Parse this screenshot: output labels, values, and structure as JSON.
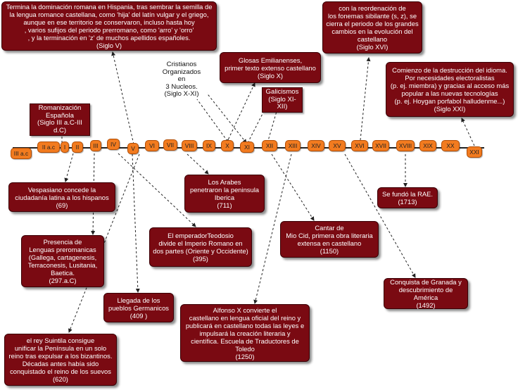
{
  "timeline": {
    "ticks": [
      "III a.c",
      "II a.c",
      "I",
      "II",
      "III",
      "IV",
      "V",
      "VI",
      "VII",
      "VIII",
      "IX",
      "X",
      "XI",
      "XII",
      "XIII",
      "XIV",
      "XV",
      "XVI",
      "XVII",
      "XVIII",
      "XIX",
      "XX",
      "XXI"
    ]
  },
  "labels": [
    {
      "id": "romanizacion",
      "text": "Romanización\nEspañola\n(Siglo III a.C-III d.C)"
    },
    {
      "id": "cristianos",
      "text": "Cristianos\nOrganizados en\n3 Nucleos.\n(Siglo X-XI)"
    },
    {
      "id": "galicismos",
      "text": "Galicismos\n(Siglo XI-XII)"
    }
  ],
  "events": [
    {
      "id": "siglo-v",
      "text": "Termina la dominación romana en Hispania, tras sembrar la semilla de\nla lengua romance castellana, como 'hija' del latín vulgar y el griego,\naunque en ese territorio se conservaron, incluso hasta hoy\n, varios sufijos del periodo prerromano, como 'arro' y 'orro'\n, y la terminación en 'z' de muchos apellidos españoles.\n(Siglo V)"
    },
    {
      "id": "glosas",
      "text": "Glosas Emilianenses,\nprimer texto extenso castellano\n(Siglo X)"
    },
    {
      "id": "sibilantes",
      "text": "con la reordenación de\nlos fonemas sibilante (s, z), se\ncierra el periodo de los grandes\ncambios en la evolución del\ncastellano\n(Siglo XVI)"
    },
    {
      "id": "destruccion",
      "text": "Comienzo de la destrucción del idioma.\nPor necesidades electoralistas\n(p. ej. miembra) y gracias al acceso más\npopular a las nuevas tecnologías\n(p. ej. Hoygan porfabol halludenme...)\n(Siglo XXI)"
    },
    {
      "id": "vespasiano",
      "text": "Vespasiano concede la\nciudadanía latina a los hispanos\n(69)"
    },
    {
      "id": "arabes",
      "text": "Los Arabes\npenetraron la peninsula\nIberica\n(711)"
    },
    {
      "id": "rae",
      "text": "Se fundó la RAE.\n(1713)"
    },
    {
      "id": "prerromanas",
      "text": "Presencia de\nLenguas preromanicas\n(Gallega, cartagenesis,\nTerraconesis, Lusitania,\nBaetica.\n(297.a.C)"
    },
    {
      "id": "teodosio",
      "text": "El emperadorTeodosio\ndivide el Imperio Romano en\ndos partes (Oriente y Occidente)\n(395)"
    },
    {
      "id": "mio-cid",
      "text": "Cantar de\nMio Cid, primera obra literaria\nextensa en castellano\n(1150)"
    },
    {
      "id": "granada",
      "text": "Conquista de Granada y\ndescubrimiento de América\n(1492)"
    },
    {
      "id": "germanicos",
      "text": "Llegada de los\npueblos Germanicos\n(409 )"
    },
    {
      "id": "alfonso",
      "text": "Alfonso X convierte el\ncastellano en lengua oficial del reino y\npublicará en castellano todas las leyes e\nimpulsará la creación literaria y\ncientífica. Escuela de Traductores de\nToledo\n(1250)"
    },
    {
      "id": "suintila",
      "text": "el rey Suintila consigue\nunificar la Península en un solo\nreino tras expulsar a los bizantinos.\nDécadas antes había sido\nconquistado el reino de los suevos\n(620)"
    }
  ],
  "colors": {
    "node_fill": "#7a0a12",
    "pill_fill": "#f27b1f",
    "text_on_node": "#ffffff"
  }
}
